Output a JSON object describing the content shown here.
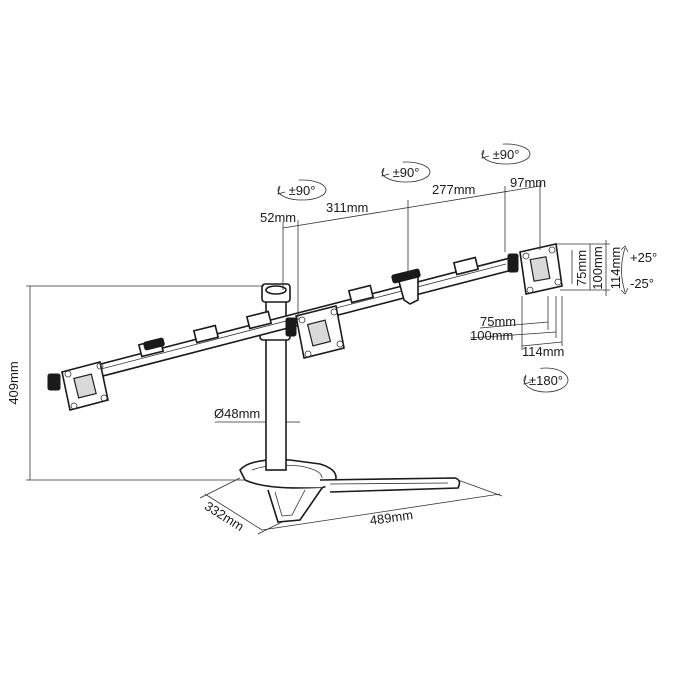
{
  "labels": {
    "rot_left": "±90°",
    "rot_center": "±90°",
    "rot_right": "±90°",
    "offset_52": "52mm",
    "span_311": "311mm",
    "span_277": "277mm",
    "offset_97": "97mm",
    "tilt_up": "+25°",
    "tilt_down": "-25°",
    "vesa_75_v": "75mm",
    "vesa_100_v": "100mm",
    "vesa_114_v": "114mm",
    "vesa_75_h": "75mm",
    "vesa_100_h": "100mm",
    "vesa_114_h": "114mm",
    "swivel_180": "±180°",
    "height_409": "409mm",
    "pole_diameter": "Ø48mm",
    "base_depth": "332mm",
    "base_width": "489mm"
  }
}
